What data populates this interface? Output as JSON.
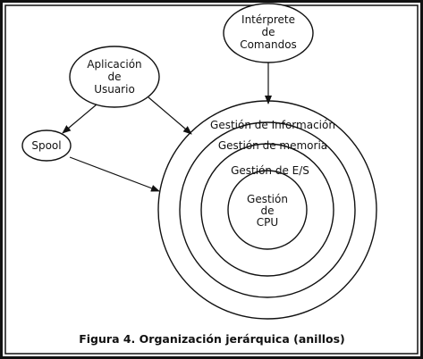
{
  "nodes": {
    "interprete": [
      "Intérprete",
      "de",
      "Comandos"
    ],
    "aplicacion": [
      "Aplicación",
      "de",
      "Usuario"
    ],
    "spool": "Spool"
  },
  "rings": {
    "informacion": "Gestión de Información",
    "memoria": "Gestión de memoria",
    "es": "Gestión de E/S",
    "cpu": [
      "Gestión",
      "de",
      "CPU"
    ]
  },
  "caption": "Figura 4. Organización jerárquica (anillos)"
}
